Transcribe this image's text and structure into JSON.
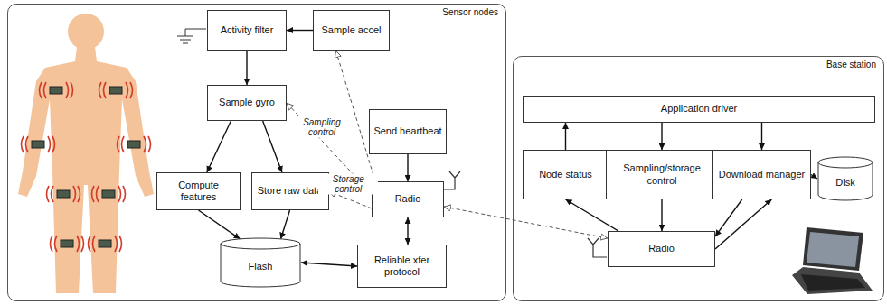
{
  "diagram": {
    "nodes": [
      {
        "text": [
          "Sensor nodes"
        ]
      },
      {
        "text": [
          "Activity filter"
        ],
        "in": 0
      },
      {
        "text": [
          "Sample accel"
        ],
        "in": 0
      },
      {
        "text": [
          "Sample gyro"
        ],
        "in": 0
      },
      {
        "text": [
          "Send heartbeat"
        ],
        "in": 0
      },
      {
        "text": [
          "Compute features"
        ],
        "in": 0
      },
      {
        "text": [
          "Store raw data"
        ],
        "in": 0
      },
      {
        "text": [
          "Radio"
        ],
        "in": 0
      },
      {
        "text": [
          "Flash"
        ],
        "in": 0
      },
      {
        "text": [
          "Reliable xfer protocol"
        ],
        "in": 0
      },
      {
        "text": [
          "Base station"
        ]
      },
      {
        "text": [
          "Application driver"
        ],
        "in": 10
      },
      {
        "text": [
          "Node status"
        ],
        "in": 10
      },
      {
        "text": [
          "Sampling/storage control"
        ],
        "in": 10
      },
      {
        "text": [
          "Download manager"
        ],
        "in": 10
      },
      {
        "text": [
          "Disk"
        ],
        "in": 10
      },
      {
        "text": [
          "Radio"
        ],
        "in": 10
      }
    ],
    "edges": [
      {
        "from": 2,
        "to": 1,
        "arrow": "to"
      },
      {
        "from": 1,
        "to": 3,
        "arrow": "to"
      },
      {
        "from": 3,
        "to": 5,
        "arrow": "to"
      },
      {
        "from": 3,
        "to": 6,
        "arrow": "to"
      },
      {
        "from": 5,
        "to": 8,
        "arrow": "to"
      },
      {
        "from": 6,
        "to": 8,
        "arrow": "to"
      },
      {
        "from": 8,
        "to": 9,
        "arrow": "both"
      },
      {
        "from": 7,
        "to": 9,
        "arrow": "both"
      },
      {
        "from": 4,
        "to": 7,
        "arrow": "to"
      },
      {
        "from": 7,
        "to": 3,
        "arrow": "to",
        "label": "Sampling control"
      },
      {
        "from": 7,
        "to": 2,
        "arrow": "to"
      },
      {
        "from": 7,
        "to": 6,
        "arrow": "to",
        "label": "Storage control"
      },
      {
        "from": 7,
        "to": 16,
        "arrow": "both"
      },
      {
        "from": 12,
        "to": 11,
        "arrow": "to"
      },
      {
        "from": 11,
        "to": 13,
        "arrow": "to"
      },
      {
        "from": 11,
        "to": 14,
        "arrow": "to"
      },
      {
        "from": 16,
        "to": 12,
        "arrow": "to"
      },
      {
        "from": 13,
        "to": 16,
        "arrow": "to"
      },
      {
        "from": 14,
        "to": 16,
        "arrow": "to"
      },
      {
        "from": 16,
        "to": 14,
        "arrow": "to"
      },
      {
        "from": 14,
        "to": 15,
        "arrow": "to"
      }
    ]
  }
}
